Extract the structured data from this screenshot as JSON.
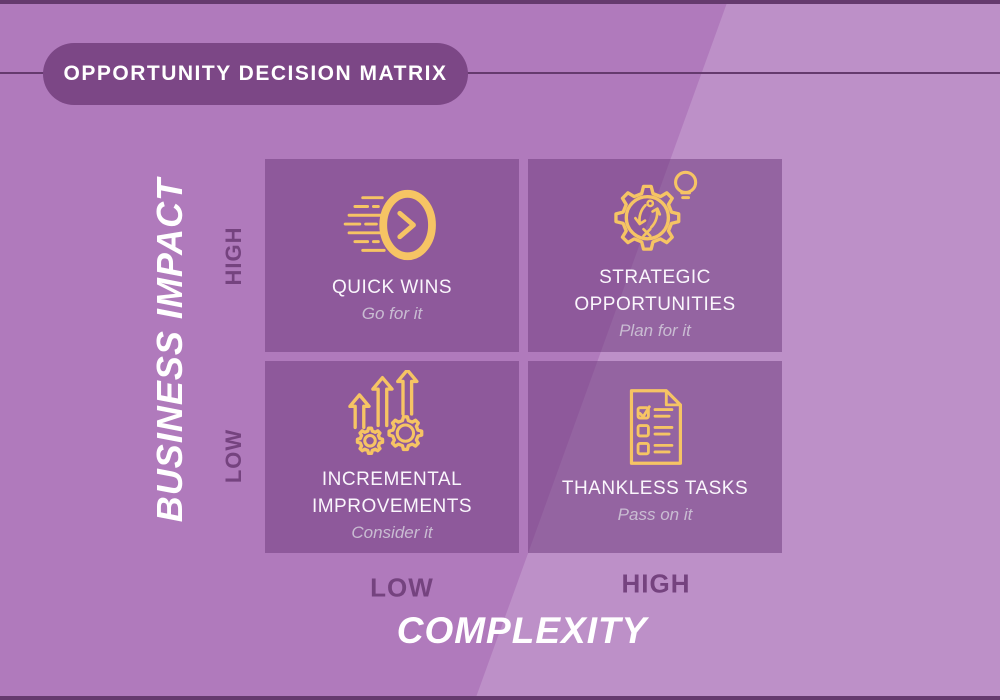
{
  "header": {
    "title": "OPPORTUNITY DECISION MATRIX"
  },
  "axes": {
    "y": {
      "label": "BUSINESS IMPACT",
      "top": "HIGH",
      "bottom": "LOW"
    },
    "x": {
      "label": "COMPLEXITY",
      "left": "LOW",
      "right": "HIGH"
    }
  },
  "quadrants": [
    {
      "id": "quick-wins",
      "icon": "speed-ring-icon",
      "title": "QUICK WINS",
      "subtitle": "Go for it"
    },
    {
      "id": "strategic-opportunities",
      "icon": "strategy-gear-lightbulb-icon",
      "title": "STRATEGIC OPPORTUNITIES",
      "subtitle": "Plan for it"
    },
    {
      "id": "incremental-improvements",
      "icon": "growth-arrows-gears-icon",
      "title": "INCREMENTAL IMPROVEMENTS",
      "subtitle": "Consider it"
    },
    {
      "id": "thankless-tasks",
      "icon": "checklist-icon",
      "title": "THANKLESS TASKS",
      "subtitle": "Pass on it"
    }
  ],
  "colors": {
    "background": "#b07abc",
    "stripe": "#bd90c8",
    "edge_bar": "#653a6e",
    "pill": "#7c4786",
    "quadrant": "rgba(112,60,125,0.52)",
    "icon": "#f6c464",
    "title_text": "#faf6fc",
    "subtitle_text": "#c9bcd2",
    "axis_dark": "#75437f"
  }
}
